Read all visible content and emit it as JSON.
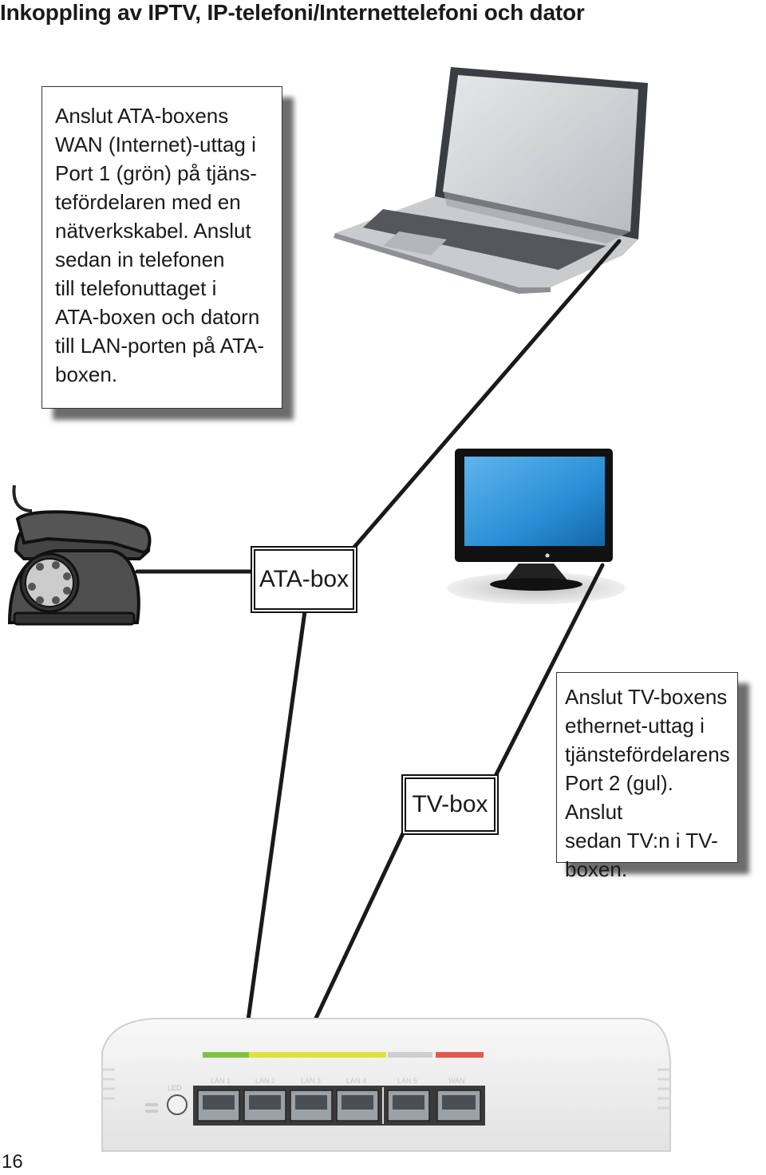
{
  "page": {
    "title": "Inkoppling av IPTV, IP-telefoni/Internettelefoni och dator",
    "page_number": "16"
  },
  "callouts": {
    "ata_instructions": "Anslut ATA-boxens\nWAN (Internet)-uttag i\nPort 1 (grön) på tjäns-\ntefördelaren med en\nnätverkskabel. Anslut\nsedan in telefonen\ntill telefonuttaget i\nATA-boxen och datorn\ntill LAN-porten på ATA-\nboxen.",
    "tv_instructions": "Anslut TV-boxens\nethernet-uttag i\ntjänstefördelarens\nPort 2 (gul). Anslut\nsedan TV:n i TV-\nboxen."
  },
  "boxes": {
    "ata": "ATA-box",
    "tv": "TV-box"
  },
  "router": {
    "port_labels": [
      "LAN 1",
      "LAN 2",
      "LAN 3",
      "LAN 4",
      "LAN 5",
      "WAN"
    ],
    "led_label": "LED",
    "port_colors": [
      "#7fc241",
      "#e3e13a",
      "#e3e13a",
      "#e3e13a",
      "#cfcfcf",
      "#e2574c"
    ]
  },
  "icons": [
    "laptop-icon",
    "telephone-icon",
    "tv-monitor-icon",
    "router-icon"
  ],
  "colors": {
    "cable": "#1a1a1a",
    "shadow": "#444444",
    "screen_blue": "#2a8fd6"
  }
}
